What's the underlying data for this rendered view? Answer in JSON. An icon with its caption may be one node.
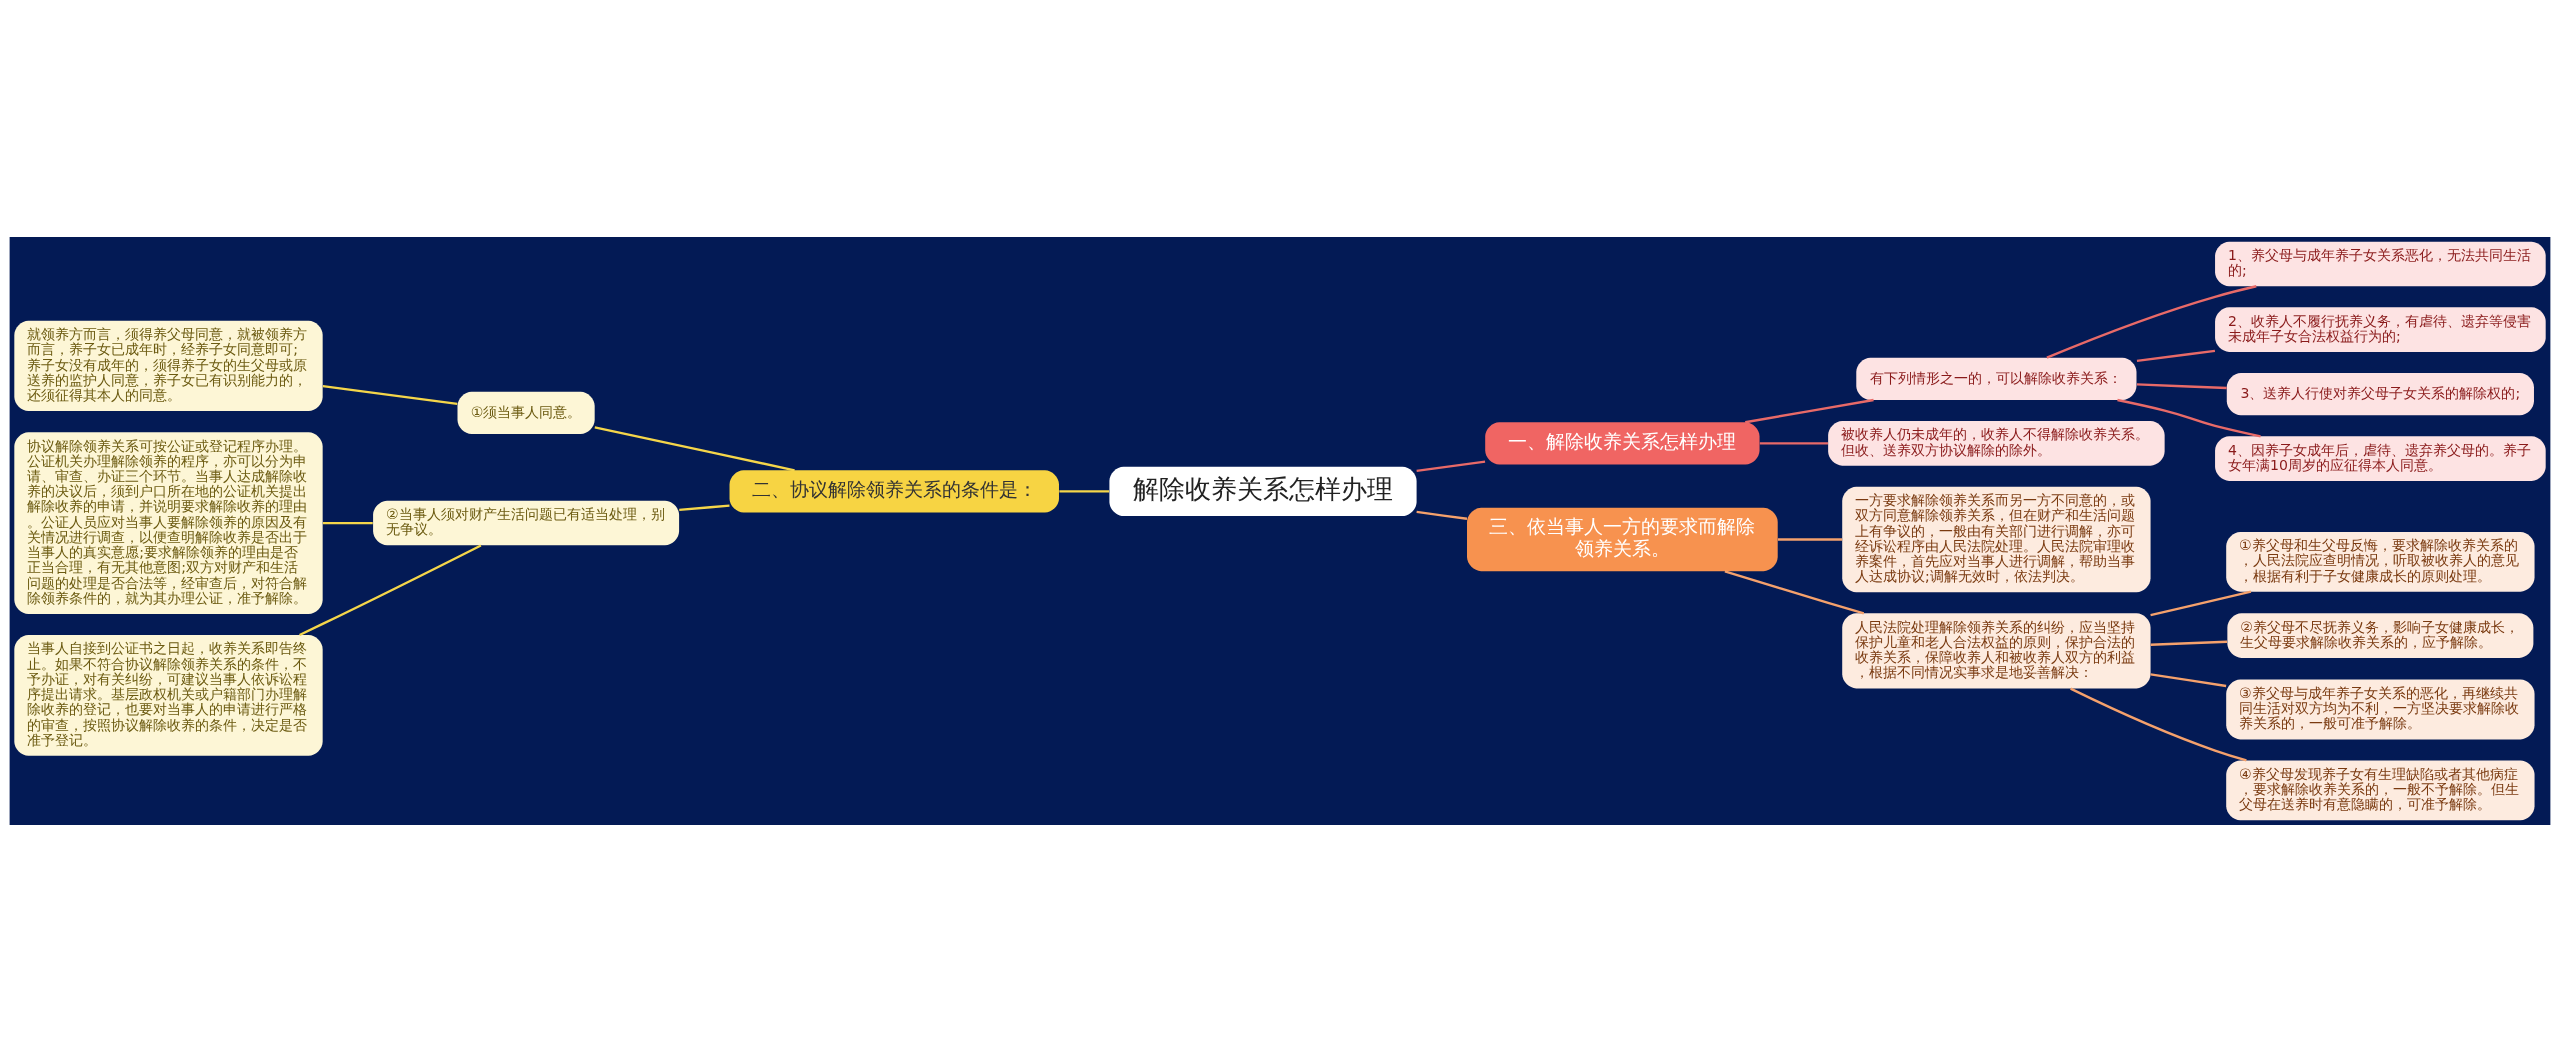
{
  "diagram": {
    "nodes": [
      {
        "text": [
          "解除收养关系怎样办理"
        ]
      },
      {
        "text": [
          "一、解除收养关系怎样办理"
        ]
      },
      {
        "text": [
          "有下列情形之一的，可以解除收养关系："
        ]
      },
      {
        "text": [
          "1、养父母与成年养子女关系恶化，无法共同生活的;"
        ]
      },
      {
        "text": [
          "2、收养人不履行抚养义务，有虐待、遗弃等侵害未成年子女合法权益行为的;"
        ]
      },
      {
        "text": [
          "3、送养人行使对养父母子女关系的解除权的;"
        ]
      },
      {
        "text": [
          "4、因养子女成年后，虐待、遗弃养父母的。养子女年满10周岁的应征得本人同意。"
        ]
      },
      {
        "text": [
          "被收养人仍未成年的，收养人不得解除收养关系。但收、送养双方协议解除的除外。"
        ]
      },
      {
        "text": [
          "二、协议解除领养关系的条件是："
        ]
      },
      {
        "text": [
          "①须当事人同意。"
        ]
      },
      {
        "text": [
          "就领养方而言，须得养父母同意，就被领养方而言，养子女已成年时，经养子女同意即可;养子女没有成年的，须得养子女的生父母或原送养的监护人同意，养子女已有识别能力的，还须征得其本人的同意。"
        ]
      },
      {
        "text": [
          "②当事人须对财产生活问题已有适当处理，别无争议。"
        ]
      },
      {
        "text": [
          "协议解除领养关系可按公证或登记程序办理。公证机关办理解除领养的程序，亦可以分为申请、审查、办证三个环节。当事人达成解除收养的决议后，须到户口所在地的公证机关提出解除收养的申请，并说明要求解除收养的理由。公证人员应对当事人要解除领养的原因及有关情况进行调查，以便查明解除收养是否出于当事人的真实意愿;要求解除领养的理由是否正当合理，有无其他意图;双方对财产和生活问题的处理是否合法等，经审查后，对符合解除领养条件的，就为其办理公证，准予解除。"
        ]
      },
      {
        "text": [
          "当事人自接到公证书之日起，收养关系即告终止。如果不符合协议解除领养关系的条件，不予办证，对有关纠纷，可建议当事人依诉讼程序提出请求。基层政权机关或户籍部门办理解除收养的登记，也要对当事人的申请进行严格的审查，按照协议解除收养的条件，决定是否准予登记。"
        ]
      },
      {
        "text": [
          "三、依当事人一方的要求而解除领养关系。"
        ]
      },
      {
        "text": [
          "一方要求解除领养关系而另一方不同意的，或双方同意解除领养关系，但在财产和生活问题上有争议的，一般由有关部门进行调解，亦可经诉讼程序由人民法院处理。人民法院审理收养案件，首先应对当事人进行调解，帮助当事人达成协议;调解无效时，依法判决。"
        ]
      },
      {
        "text": [
          "人民法院处理解除领养关系的纠纷，应当坚持保护儿童和老人合法权益的原则，保护合法的收养关系，保障收养人和被收养人双方的利益，根据不同情况实事求是地妥善解决："
        ]
      },
      {
        "text": [
          "①养父母和生父母反悔，要求解除收养关系的，人民法院应查明情况，听取被收养人的意见，根据有利于子女健康成长的原则处理。"
        ]
      },
      {
        "text": [
          "②养父母不尽抚养义务，影响子女健康成长，生父母要求解除收养关系的，应予解除。"
        ]
      },
      {
        "text": [
          "③养父母与成年养子女关系的恶化，再继续共同生活对双方均为不利，一方坚决要求解除收养关系的，一般可准予解除。"
        ]
      },
      {
        "text": [
          "④养父母发现养子女有生理缺陷或者其他病症，要求解除收养关系的，一般不予解除。但生父母在送养时有意隐瞒的，可准予解除。"
        ]
      }
    ],
    "edges": [
      {
        "from": 0,
        "to": 1,
        "arrow": "none",
        "color": "#e86a68"
      },
      {
        "from": 1,
        "to": 2,
        "arrow": "none",
        "color": "#e86a68"
      },
      {
        "from": 2,
        "to": 3,
        "arrow": "none",
        "color": "#e86a68"
      },
      {
        "from": 2,
        "to": 4,
        "arrow": "none",
        "color": "#e86a68"
      },
      {
        "from": 2,
        "to": 5,
        "arrow": "none",
        "color": "#e86a68"
      },
      {
        "from": 2,
        "to": 6,
        "arrow": "none",
        "color": "#e86a68"
      },
      {
        "from": 1,
        "to": 7,
        "arrow": "none",
        "color": "#e86a68"
      },
      {
        "from": 0,
        "to": 8,
        "arrow": "none",
        "color": "#f5d64a"
      },
      {
        "from": 8,
        "to": 9,
        "arrow": "none",
        "color": "#f5d64a"
      },
      {
        "from": 9,
        "to": 10,
        "arrow": "none",
        "color": "#f5d64a"
      },
      {
        "from": 8,
        "to": 11,
        "arrow": "none",
        "color": "#f5d64a"
      },
      {
        "from": 11,
        "to": 12,
        "arrow": "none",
        "color": "#f5d64a"
      },
      {
        "from": 11,
        "to": 13,
        "arrow": "none",
        "color": "#f5d64a"
      },
      {
        "from": 0,
        "to": 14,
        "arrow": "none"
      },
      {
        "from": 14,
        "to": 15,
        "arrow": "none"
      },
      {
        "from": 14,
        "to": 16,
        "arrow": "none"
      },
      {
        "from": 16,
        "to": 17,
        "arrow": "none"
      },
      {
        "from": 16,
        "to": 18,
        "arrow": "none"
      },
      {
        "from": 16,
        "to": 19,
        "arrow": "none"
      },
      {
        "from": 16,
        "to": 20,
        "arrow": "none"
      }
    ]
  }
}
